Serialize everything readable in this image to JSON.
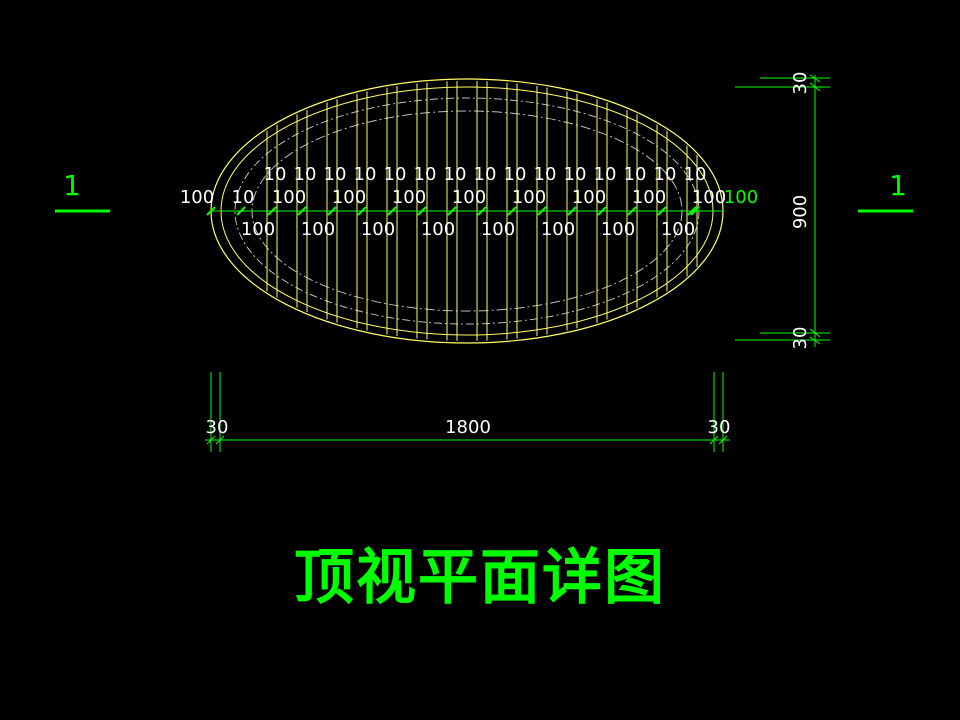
{
  "colors": {
    "background": "#000000",
    "outline": "#ffff66",
    "inner": "#bdbdbd",
    "dimension": "#00ff00",
    "dimension_text": "#ffffff",
    "title": "#00ff00"
  },
  "section_mark": {
    "left_label": "1",
    "right_label": "1"
  },
  "dimensions": {
    "top_row_label": "10",
    "row_pitch_label": "100",
    "right_end_label": "100",
    "vertical_top_gap": "30",
    "vertical_height": "900",
    "vertical_bottom_gap": "30",
    "horizontal_left_gap": "30",
    "horizontal_width": "1800",
    "horizontal_right_gap": "30"
  },
  "title": "顶视平面详图"
}
